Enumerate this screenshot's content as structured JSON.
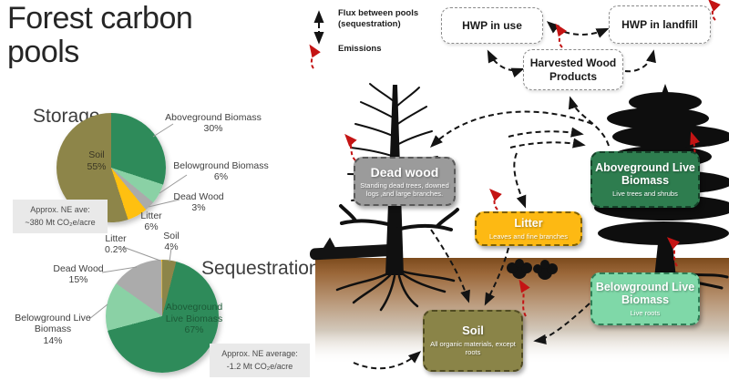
{
  "page": {
    "title": "Forest carbon pools"
  },
  "chart_data": [
    {
      "type": "pie",
      "title": "Storage",
      "slices": [
        {
          "label": "Aboveground Biomass",
          "value": 30,
          "pct": "30%",
          "color": "#2e8b5a"
        },
        {
          "label": "Belowground Biomass",
          "value": 6,
          "pct": "6%",
          "color": "#8ad1a5"
        },
        {
          "label": "Dead Wood",
          "value": 3,
          "pct": "3%",
          "color": "#ababab"
        },
        {
          "label": "Litter",
          "value": 6,
          "pct": "6%",
          "color": "#ffc010"
        },
        {
          "label": "Soil",
          "value": 55,
          "pct": "55%",
          "color": "#8d8549"
        }
      ],
      "note1": "Approx. NE ave:",
      "note2": "~380 Mt CO₂e/acre",
      "legend_position": "outside-labels",
      "order": "clockwise-from-top"
    },
    {
      "type": "pie",
      "title": "Sequestration",
      "slices": [
        {
          "label": "Soil",
          "value": 4,
          "pct": "4%",
          "color": "#8d8549"
        },
        {
          "label": "Aboveground Live Biomass",
          "value": 67,
          "pct": "67%",
          "color": "#2e8b5a"
        },
        {
          "label": "Belowground Live Biomass",
          "value": 14,
          "pct": "14%",
          "color": "#8ad1a5"
        },
        {
          "label": "Dead Wood",
          "value": 15,
          "pct": "15%",
          "color": "#ababab"
        },
        {
          "label": "Litter",
          "value": 0.2,
          "pct": "0.2%",
          "color": "#ffc010"
        }
      ],
      "note1": "Approx. NE average:",
      "note2": "-1.2 Mt CO₂e/acre",
      "legend_position": "outside-labels",
      "order": "clockwise-from-top"
    }
  ],
  "diagram": {
    "legend": {
      "flux_label": "Flux between pools",
      "flux_sub": "(sequestration)",
      "emissions_label": "Emissions",
      "flux_color": "#141414",
      "emissions_color": "#c41414"
    },
    "boxes": {
      "hwp_in_use": {
        "title": "HWP in use"
      },
      "hwp_in_landfill": {
        "title": "HWP in landfill"
      },
      "harvested_wood_products": {
        "title": "Harvested Wood Products"
      },
      "dead_wood": {
        "title": "Dead wood",
        "subtitle": "Standing dead trees, downed logs ,and large branches.",
        "color": "#9b9b9b"
      },
      "litter": {
        "title": "Litter",
        "subtitle": "Leaves and fine branches",
        "color": "#fdb913"
      },
      "aboveground": {
        "title": "Aboveground Live Biomass",
        "subtitle": "Live trees and shrubs",
        "color": "#2e7d4f"
      },
      "belowground": {
        "title": "Belowground Live Biomass",
        "subtitle": "Live roots",
        "color": "#7fd8a8"
      },
      "soil": {
        "title": "Soil",
        "subtitle": "All organic materials, except roots",
        "color": "#8a8448"
      }
    }
  }
}
